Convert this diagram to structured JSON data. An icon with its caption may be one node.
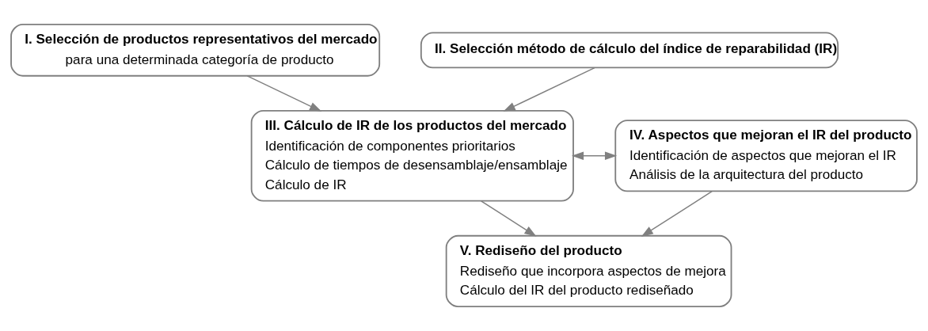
{
  "diagram": {
    "nodes": [
      {
        "text": [
          "I. Selección de productos representativos del mercado",
          "para una determinada categoría de producto"
        ]
      },
      {
        "text": [
          "II. Selección método de cálculo del índice de reparabilidad (IR)"
        ]
      },
      {
        "text": [
          "III. Cálculo de IR de los productos del mercado",
          "Identificación de componentes prioritarios",
          "Cálculo de tiempos de desensamblaje/ensamblaje",
          "Cálculo de IR"
        ]
      },
      {
        "text": [
          "IV. Aspectos que mejoran el IR del producto",
          "Identificación de aspectos que mejoran el IR",
          "Análisis de la arquitectura del producto"
        ]
      },
      {
        "text": [
          "V. Rediseño del producto",
          "Rediseño que incorpora aspectos de mejora",
          "Cálculo del IR del producto rediseñado"
        ]
      }
    ],
    "edges": [
      {
        "from": 0,
        "to": 2,
        "arrow": "to"
      },
      {
        "from": 1,
        "to": 2,
        "arrow": "to"
      },
      {
        "from": 2,
        "to": 3,
        "arrow": "both"
      },
      {
        "from": 2,
        "to": 4,
        "arrow": "to"
      },
      {
        "from": 3,
        "to": 4,
        "arrow": "to"
      }
    ]
  }
}
